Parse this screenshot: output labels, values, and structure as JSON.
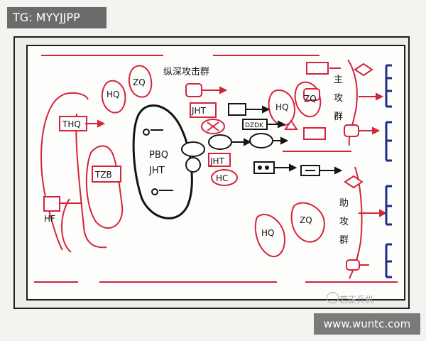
{
  "header": {
    "tag": "TG: MYYJJPP"
  },
  "footer": {
    "site": "www.wuntc.com",
    "watermark": "若正兵机"
  },
  "labels": {
    "hf": "HF",
    "thq": "THQ",
    "tzb": "TZB",
    "pbq": "PBQ",
    "jht_center": "JHT",
    "jht_top": "JHT",
    "jht_mid": "JHT",
    "hc": "HC",
    "dzdk": "DZDK",
    "hq_top": "HQ",
    "zq_top": "ZQ",
    "zongshen_title": "纵深攻击群",
    "hq_main": "HQ",
    "zq_main": "ZQ",
    "zhu_1": "主",
    "zhu_2": "攻",
    "zhu_3": "群",
    "zhu_b1": "助",
    "zhu_b2": "攻",
    "zhu_b3": "群",
    "hq_bottom": "HQ",
    "zq_bottom": "ZQ"
  },
  "colors": {
    "red": "#d4243a",
    "black": "#141414",
    "blue": "#1c2d8a",
    "frame": "#1e1e1e"
  }
}
